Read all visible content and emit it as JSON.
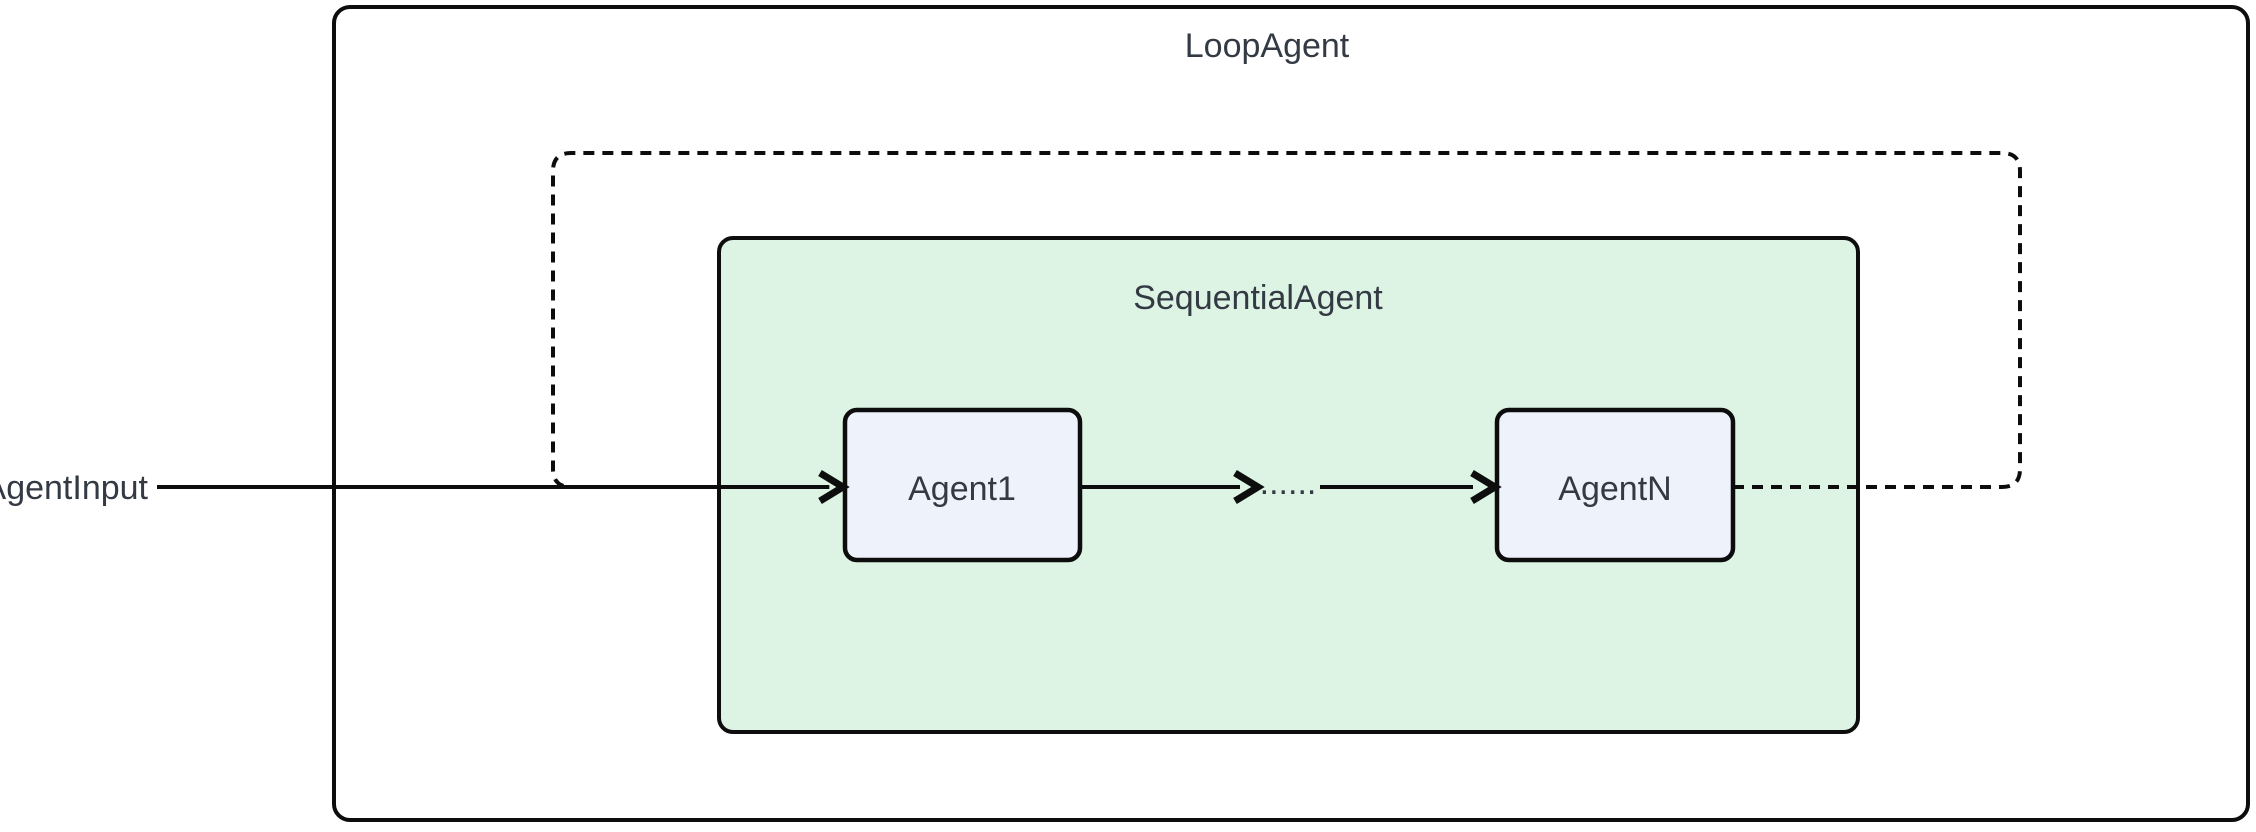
{
  "diagram": {
    "title": "LoopAgent",
    "subgraph_title": "SequentialAgent",
    "nodes": [
      {
        "label": "Agent1"
      },
      {
        "label": "AgentN"
      }
    ],
    "input_label": "AgentInput",
    "ellipsis": "......"
  },
  "colors": {
    "background": "#ffffff",
    "sequential_fill": "#ddf4e4",
    "node_fill": "#eef2fb",
    "stroke": "#0d0d0d",
    "text": "#333a44"
  }
}
